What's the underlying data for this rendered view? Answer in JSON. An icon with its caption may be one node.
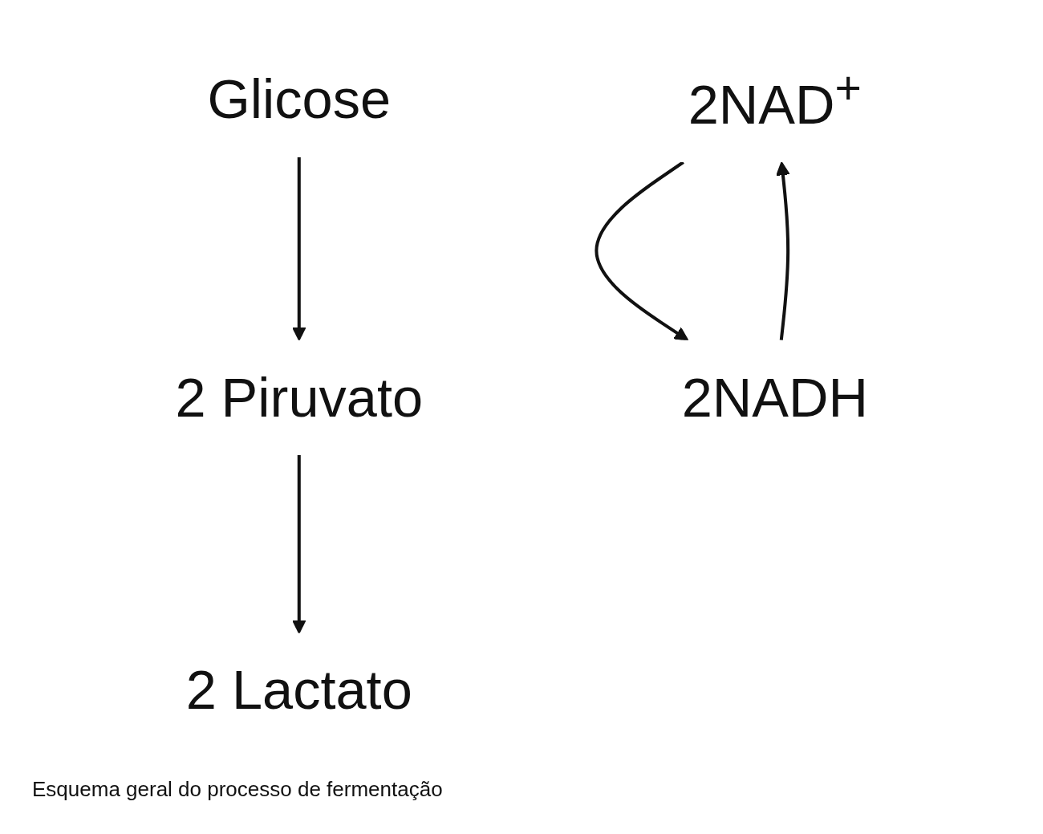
{
  "diagram": {
    "caption": "Esquema geral do processo de fermentação",
    "nodes": [
      {
        "text": [
          "Glicose"
        ]
      },
      {
        "text": [
          "2 Piruvato"
        ]
      },
      {
        "text": [
          "2 Lactato"
        ]
      },
      {
        "text": [
          "2NAD$^{+}$"
        ]
      },
      {
        "text": [
          "2NADH"
        ]
      }
    ],
    "edges": [
      {
        "from": 0,
        "to": 1,
        "arrow": "to"
      },
      {
        "from": 1,
        "to": 2,
        "arrow": "to"
      },
      {
        "from": 3,
        "to": 4,
        "arrow": "to"
      },
      {
        "from": 4,
        "to": 3,
        "arrow": "to"
      }
    ]
  }
}
